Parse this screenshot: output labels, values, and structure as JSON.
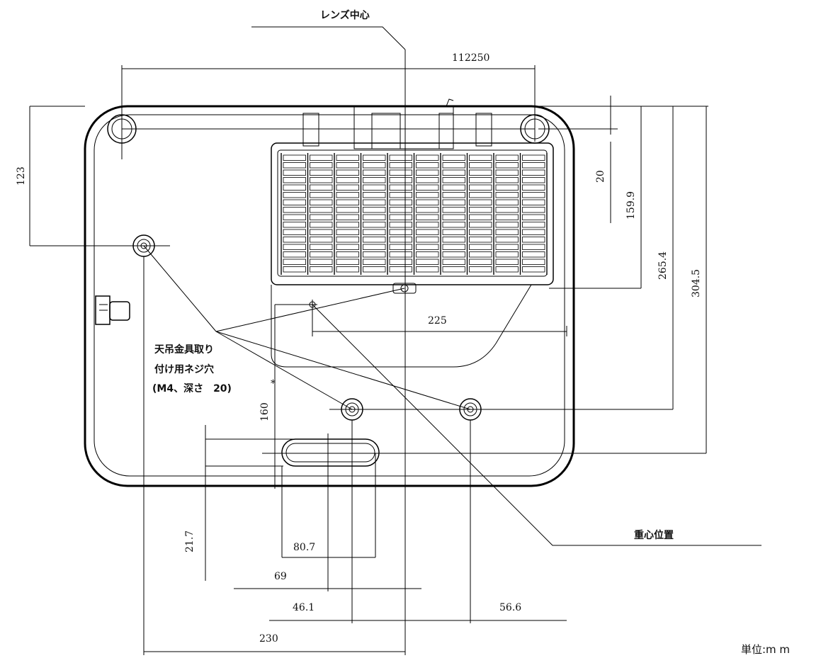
{
  "labels": {
    "lens_center": "レンズ中心",
    "mount_line1": "天吊金具取り",
    "mount_line2": "付け用ネジ穴",
    "mount_line3": "(M4、深さ　20)",
    "mount_marker": "*",
    "center_of_gravity": "重心位置",
    "unit": "単位:m m"
  },
  "dimensions": {
    "top_width": "112250",
    "left_123": "123",
    "right_20": "20",
    "right_159_9": "159.9",
    "right_265_4": "265.4",
    "right_304_5": "304.5",
    "mid_225": "225",
    "mid_160": "160",
    "bottom_21_7": "21.7",
    "bottom_80_7": "80.7",
    "bottom_69": "69",
    "bottom_46_1": "46.1",
    "bottom_56_6": "56.6",
    "bottom_230": "230"
  }
}
